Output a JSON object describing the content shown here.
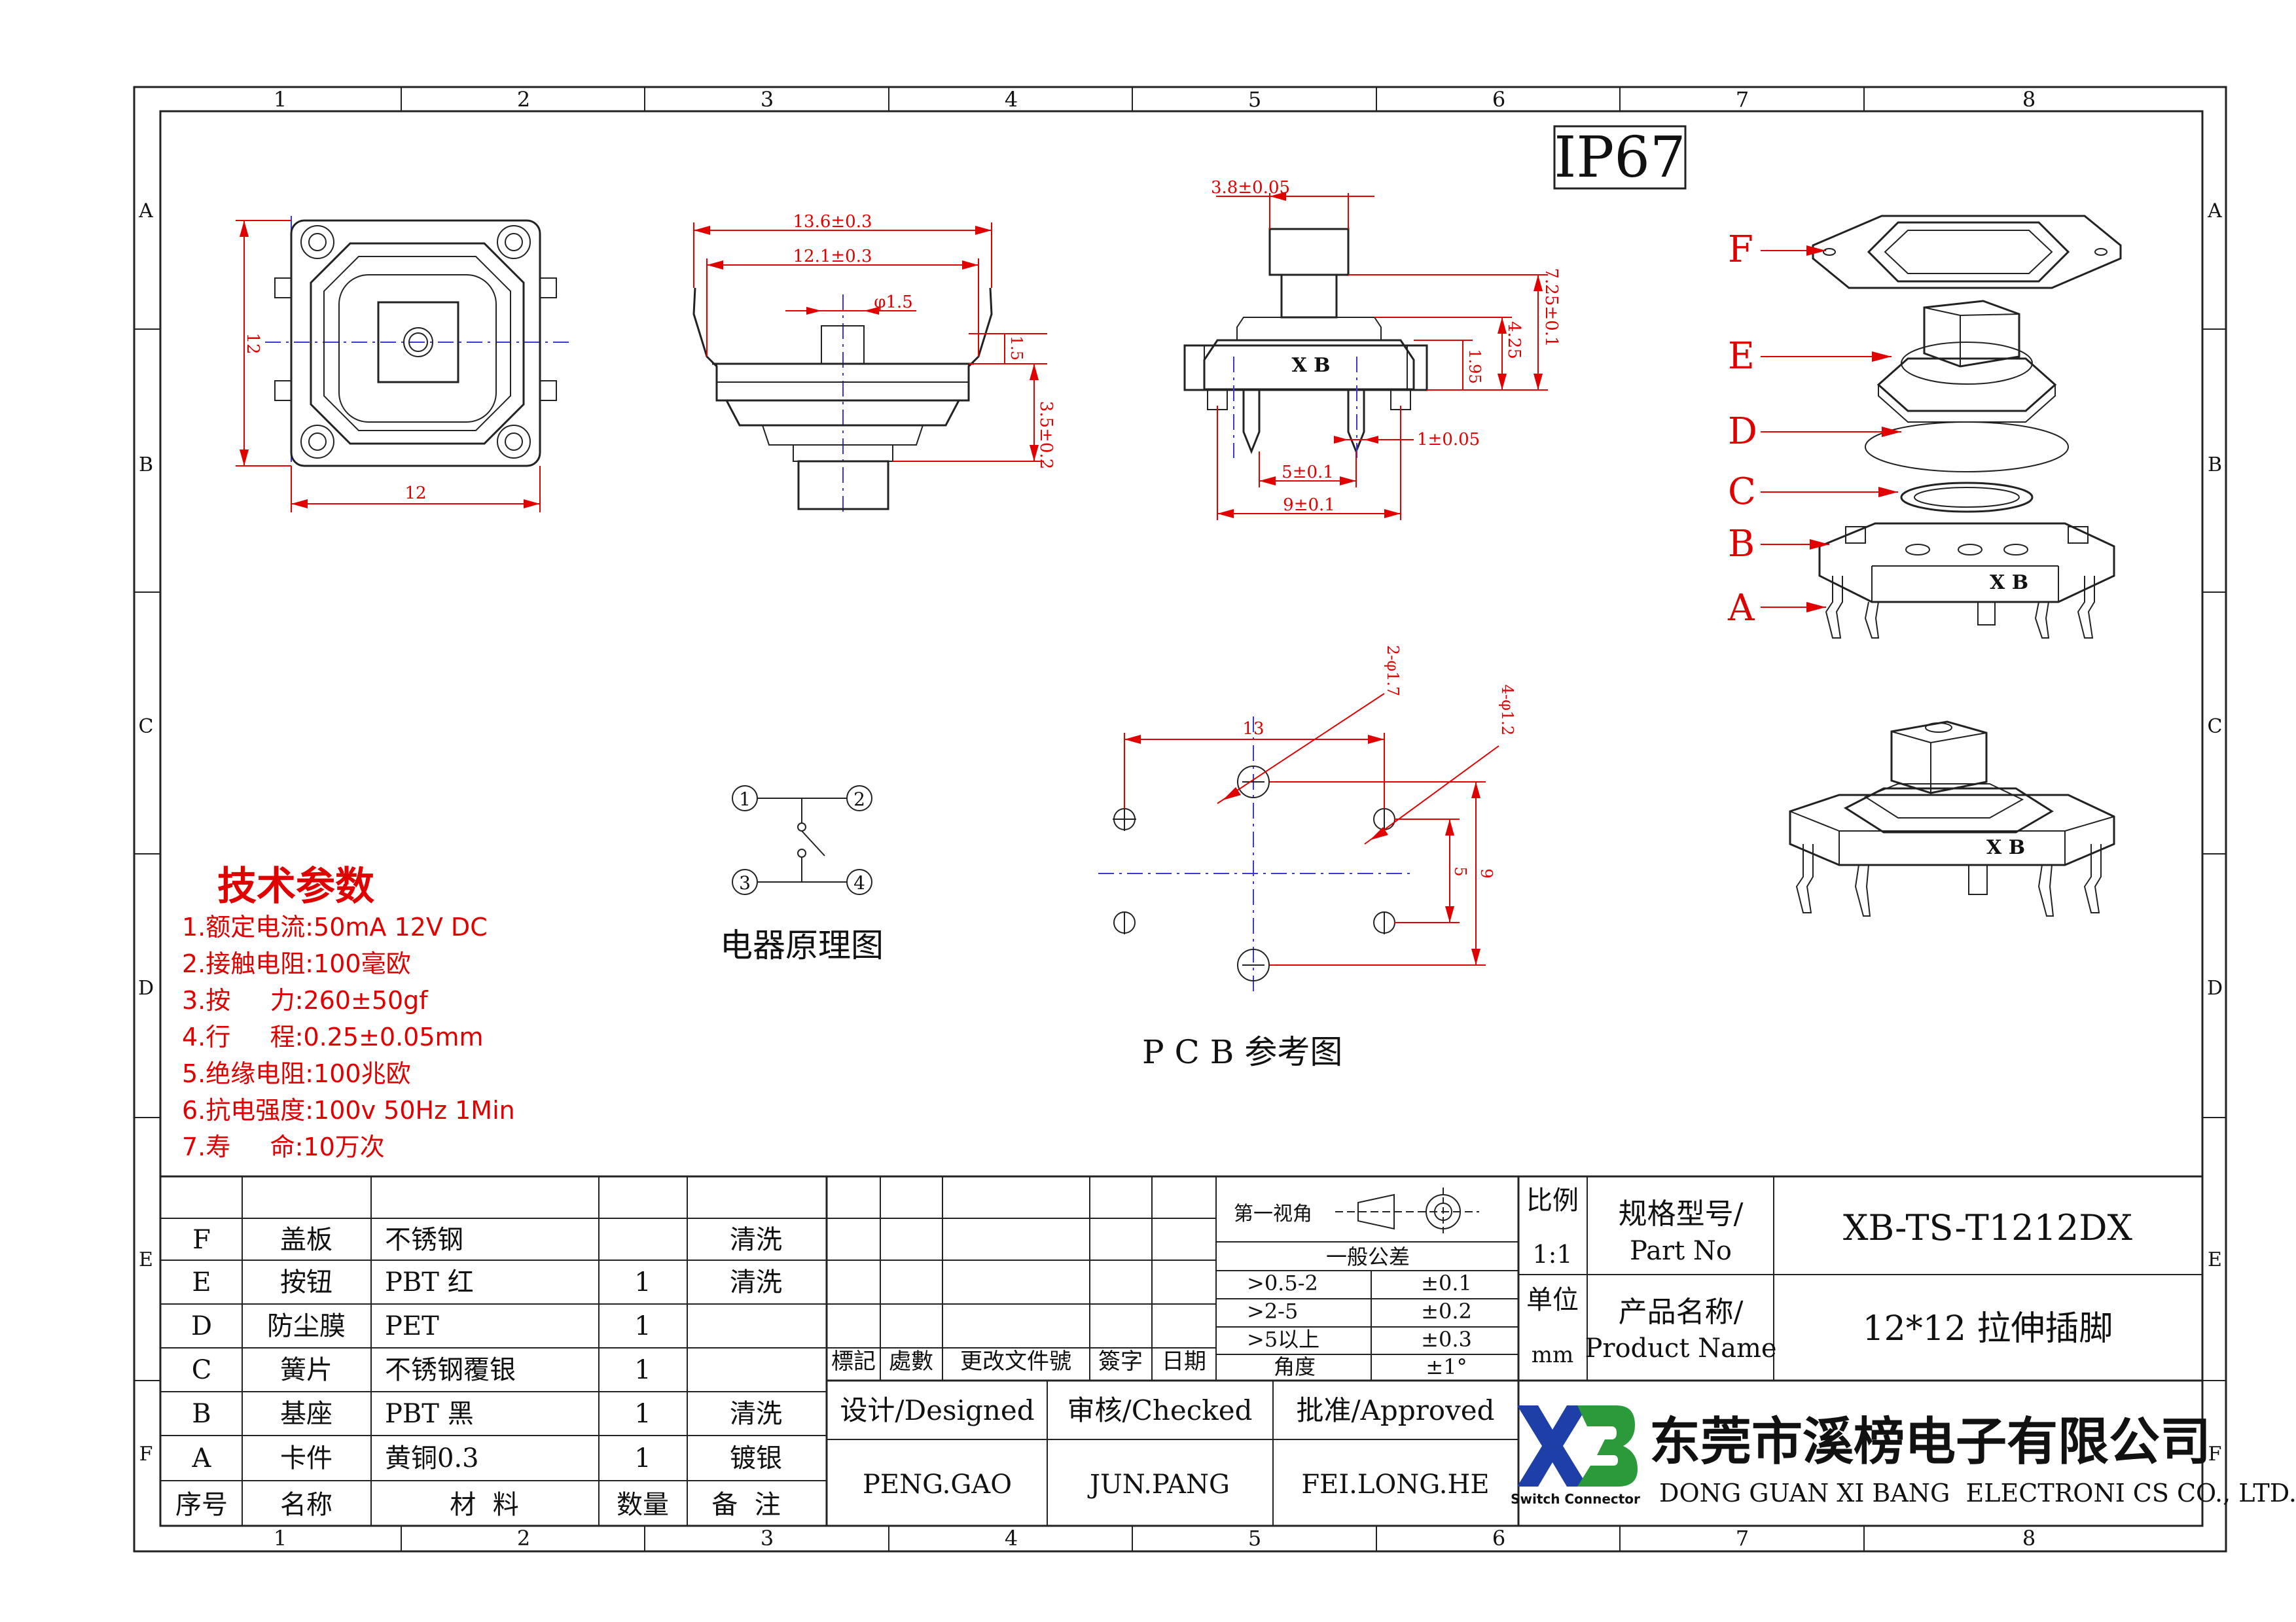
{
  "badge": "IP67",
  "grid": {
    "cols": [
      "1",
      "2",
      "3",
      "4",
      "5",
      "6",
      "7",
      "8"
    ],
    "rows": [
      "A",
      "B",
      "C",
      "D",
      "E",
      "F"
    ]
  },
  "colors": {
    "dimension": "#e00000",
    "outline": "#222222",
    "centerline": "#3a3ad0",
    "logo_blue": "#1f3fa8",
    "logo_green": "#2a9a3a"
  },
  "views": {
    "top": {
      "dim_width": "12",
      "dim_height": "12"
    },
    "front": {
      "dim_136": "13.6±0.3",
      "dim_121": "12.1±0.3",
      "dim_phi": "φ1.5",
      "dim_15": "1.5",
      "dim_35": "3.5±0.2"
    },
    "side": {
      "dim_38": "3.8±0.05",
      "dim_725": "7.25±0.1",
      "dim_425": "4.25",
      "dim_195": "1.95",
      "dim_1": "1±0.05",
      "dim_5": "5±0.1",
      "dim_9": "9±0.1",
      "mark": "X B"
    },
    "exploded": {
      "labels": [
        "F",
        "E",
        "D",
        "C",
        "B",
        "A"
      ],
      "mark": "X B"
    },
    "iso": {
      "mark": "X B"
    }
  },
  "schematic": {
    "pins": [
      "1",
      "2",
      "3",
      "4"
    ],
    "caption": "电器原理图"
  },
  "pcb": {
    "dim_13": "13",
    "dim_2phi": "2-φ1.7",
    "dim_4phi": "4-φ1.2",
    "dim_5": "5",
    "dim_9": "9",
    "caption": "P C B 参考图"
  },
  "specs": {
    "title": "技术参数",
    "items": [
      "1.额定电流:50mA 12V DC",
      "2.接触电阻:100毫欧",
      "3.按     力:260±50gf",
      "4.行     程:0.25±0.05mm",
      "5.绝缘电阻:100兆欧",
      "6.抗电强度:100v 50Hz 1Min",
      "7.寿     命:10万次"
    ]
  },
  "bom": {
    "header": [
      "序号",
      "名称",
      "材  料",
      "数量",
      "备  注"
    ],
    "rows": [
      [
        "F",
        "盖板",
        "不锈钢",
        "",
        "清洗"
      ],
      [
        "E",
        "按钮",
        "PBT 红",
        "1",
        "清洗"
      ],
      [
        "D",
        "防尘膜",
        "PET",
        "1",
        ""
      ],
      [
        "C",
        "簧片",
        "不锈钢覆银",
        "1",
        ""
      ],
      [
        "B",
        "基座",
        "PBT 黑",
        "1",
        "清洗"
      ],
      [
        "A",
        "卡件",
        "黄铜0.3",
        "1",
        "镀银"
      ]
    ]
  },
  "revision": {
    "headers": [
      "標記",
      "處數",
      "更改文件號",
      "簽字",
      "日期"
    ]
  },
  "signoff": {
    "designed_label": "设计/Designed",
    "checked_label": "审核/Checked",
    "approved_label": "批准/Approved",
    "designed": "PENG.GAO",
    "checked": "JUN.PANG",
    "approved": "FEI.LONG.HE"
  },
  "tolerance": {
    "projection": "第一视角",
    "title": "一般公差",
    "rows": [
      [
        ">0.5-2",
        "±0.1"
      ],
      [
        ">2-5",
        "±0.2"
      ],
      [
        ">5以上",
        "±0.3"
      ],
      [
        "角度",
        "±1°"
      ]
    ]
  },
  "titleblock": {
    "scale_label": "比例",
    "scale": "1:1",
    "unit_label": "单位",
    "unit": "mm",
    "part_no_label_cn": "规格型号/",
    "part_no_label_en": "Part No",
    "part_no": "XB-TS-T1212DX",
    "product_label_cn": "产品名称/",
    "product_label_en": "Product Name",
    "product": "12*12 拉伸插脚",
    "company_cn": "东莞市溪榜电子有限公司",
    "company_en": "DONG GUAN XI BANG  ELECTRONI CS CO., LTD.",
    "logo_mark": "XB",
    "logo_tag": "Switch Connector"
  }
}
